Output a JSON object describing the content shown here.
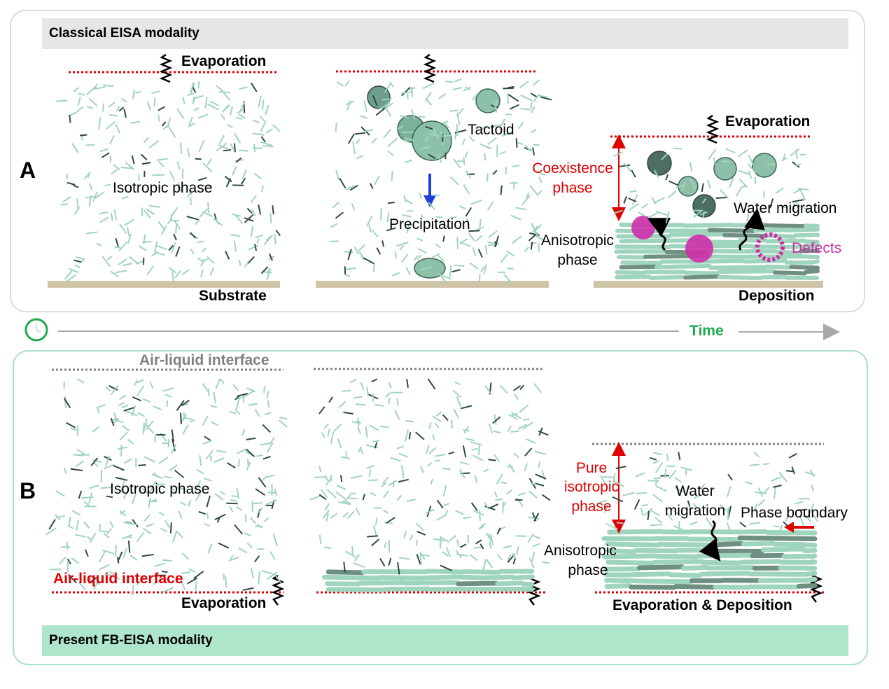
{
  "panel_a": {
    "letter": "A",
    "title": "Classical EISA modality",
    "evaporation_1": "Evaporation",
    "substrate": "Substrate",
    "isotropic_phase": "Isotropic phase",
    "tactoid": "Tactoid",
    "precipitation": "Precipitation",
    "evaporation_3": "Evaporation",
    "coexistence_line1": "Coexistence",
    "coexistence_line2": "phase",
    "water_migration": "Water migration",
    "anisotropic_line1": "Anisotropic",
    "anisotropic_line2": "phase",
    "defects": "Defects",
    "deposition": "Deposition"
  },
  "timeline": {
    "label": "Time",
    "icon": "clock-icon"
  },
  "panel_b": {
    "letter": "B",
    "title": "Present FB-EISA modality",
    "air_liquid_top": "Air-liquid interface",
    "isotropic_phase": "Isotropic phase",
    "air_liquid_bottom": "Air-liquid interface",
    "evaporation": "Evaporation",
    "pure_line1": "Pure",
    "pure_line2": "isotropic",
    "pure_line3": "phase",
    "water_line1": "Water",
    "water_line2": "migration",
    "phase_boundary": "Phase boundary",
    "anisotropic_line1": "Anisotropic",
    "anisotropic_line2": "phase",
    "evap_deposition": "Evaporation & Deposition"
  },
  "colors": {
    "rod": "#9fd4bd",
    "rod_dark": "#2f4a40",
    "substrate": "#cfc3a8",
    "red": "#e00000",
    "blue": "#1f3fd8",
    "magenta": "#cc2fa8",
    "green": "#1fa84f",
    "grey_dots": "#808080"
  }
}
